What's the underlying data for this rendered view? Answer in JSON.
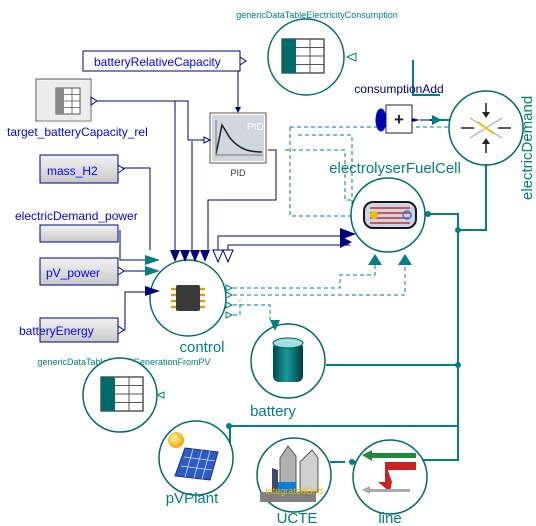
{
  "labels": {
    "generic_consumption": "genericDataTableElectricityConsumption",
    "battery_relative_capacity": "batteryRelativeCapacity",
    "target_battery_capacity": "target_batteryCapacity_rel",
    "mass_h2": "mass_H2",
    "electric_demand_power": "electricDemand_power",
    "pv_power": "pV_power",
    "battery_energy": "batteryEnergy",
    "generic_pv": "genericDataTablePowerGenerationFromPV",
    "pid_inner": "PID",
    "pid_name": "PID",
    "consumption_add": "consumptionAdd",
    "plus_sign": "+",
    "electric_demand": "electricDemand",
    "electrolyser": "electrolyserFuelCell",
    "control": "control",
    "battery": "battery",
    "pv_plant": "pVPlant",
    "ucte": "UCTE",
    "integrated_grid": "IntegratedGrid",
    "line": "line"
  },
  "colors": {
    "connector_blue": "#00007f",
    "label_blue": "#0000ff",
    "teal": "#008080",
    "teal_dark": "#005959",
    "ring": "#006b6b"
  }
}
